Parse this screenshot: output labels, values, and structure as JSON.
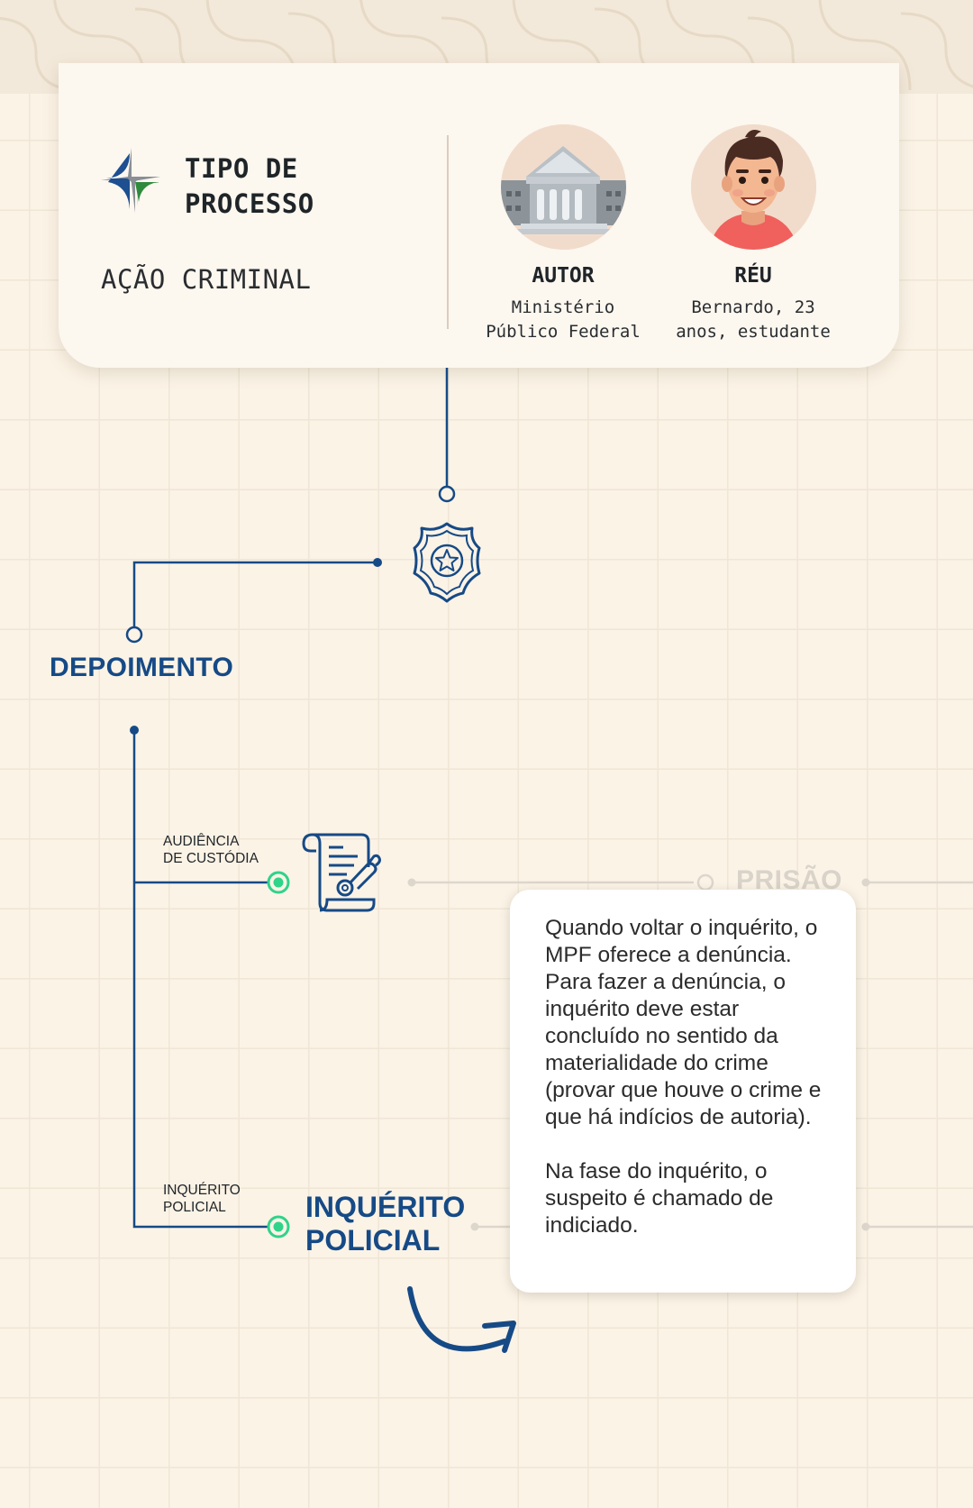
{
  "header": {
    "process_heading": "TIPO DE PROCESSO",
    "process_type": "AÇÃO CRIMINAL",
    "author": {
      "role": "AUTOR",
      "description": "Ministério\nPúblico Federal",
      "icon": "courthouse-icon"
    },
    "defendant": {
      "role": "RÉU",
      "description": "Bernardo, 23\nanos, estudante",
      "icon": "young-man-avatar"
    }
  },
  "flow": {
    "police_icon": "police-badge-icon",
    "depoimento": "DEPOIMENTO",
    "audiencia_label": "AUDIÊNCIA\nDE CUSTÓDIA",
    "audiencia_icon": "signed-document-icon",
    "prisao": "PRISÃO",
    "inquerito_label": "INQUÉRITO\nPOLICIAL",
    "inquerito_title": "INQUÉRITO\nPOLICIAL"
  },
  "info_box": {
    "paragraph_1": "Quando voltar o inquérito, o MPF oferece a denúncia. Para fazer a denúncia, o inquérito deve estar concluído no sentido da materialidade do crime (provar que houve o crime e que há indícios de autoria).",
    "paragraph_2": "Na fase do inquérito, o suspeito é chamado de indiciado."
  },
  "colors": {
    "primary_blue": "#164a86",
    "node_green": "#2fd38a",
    "faded_gray": "#d9d3ca",
    "background": "#fbf3e6"
  }
}
